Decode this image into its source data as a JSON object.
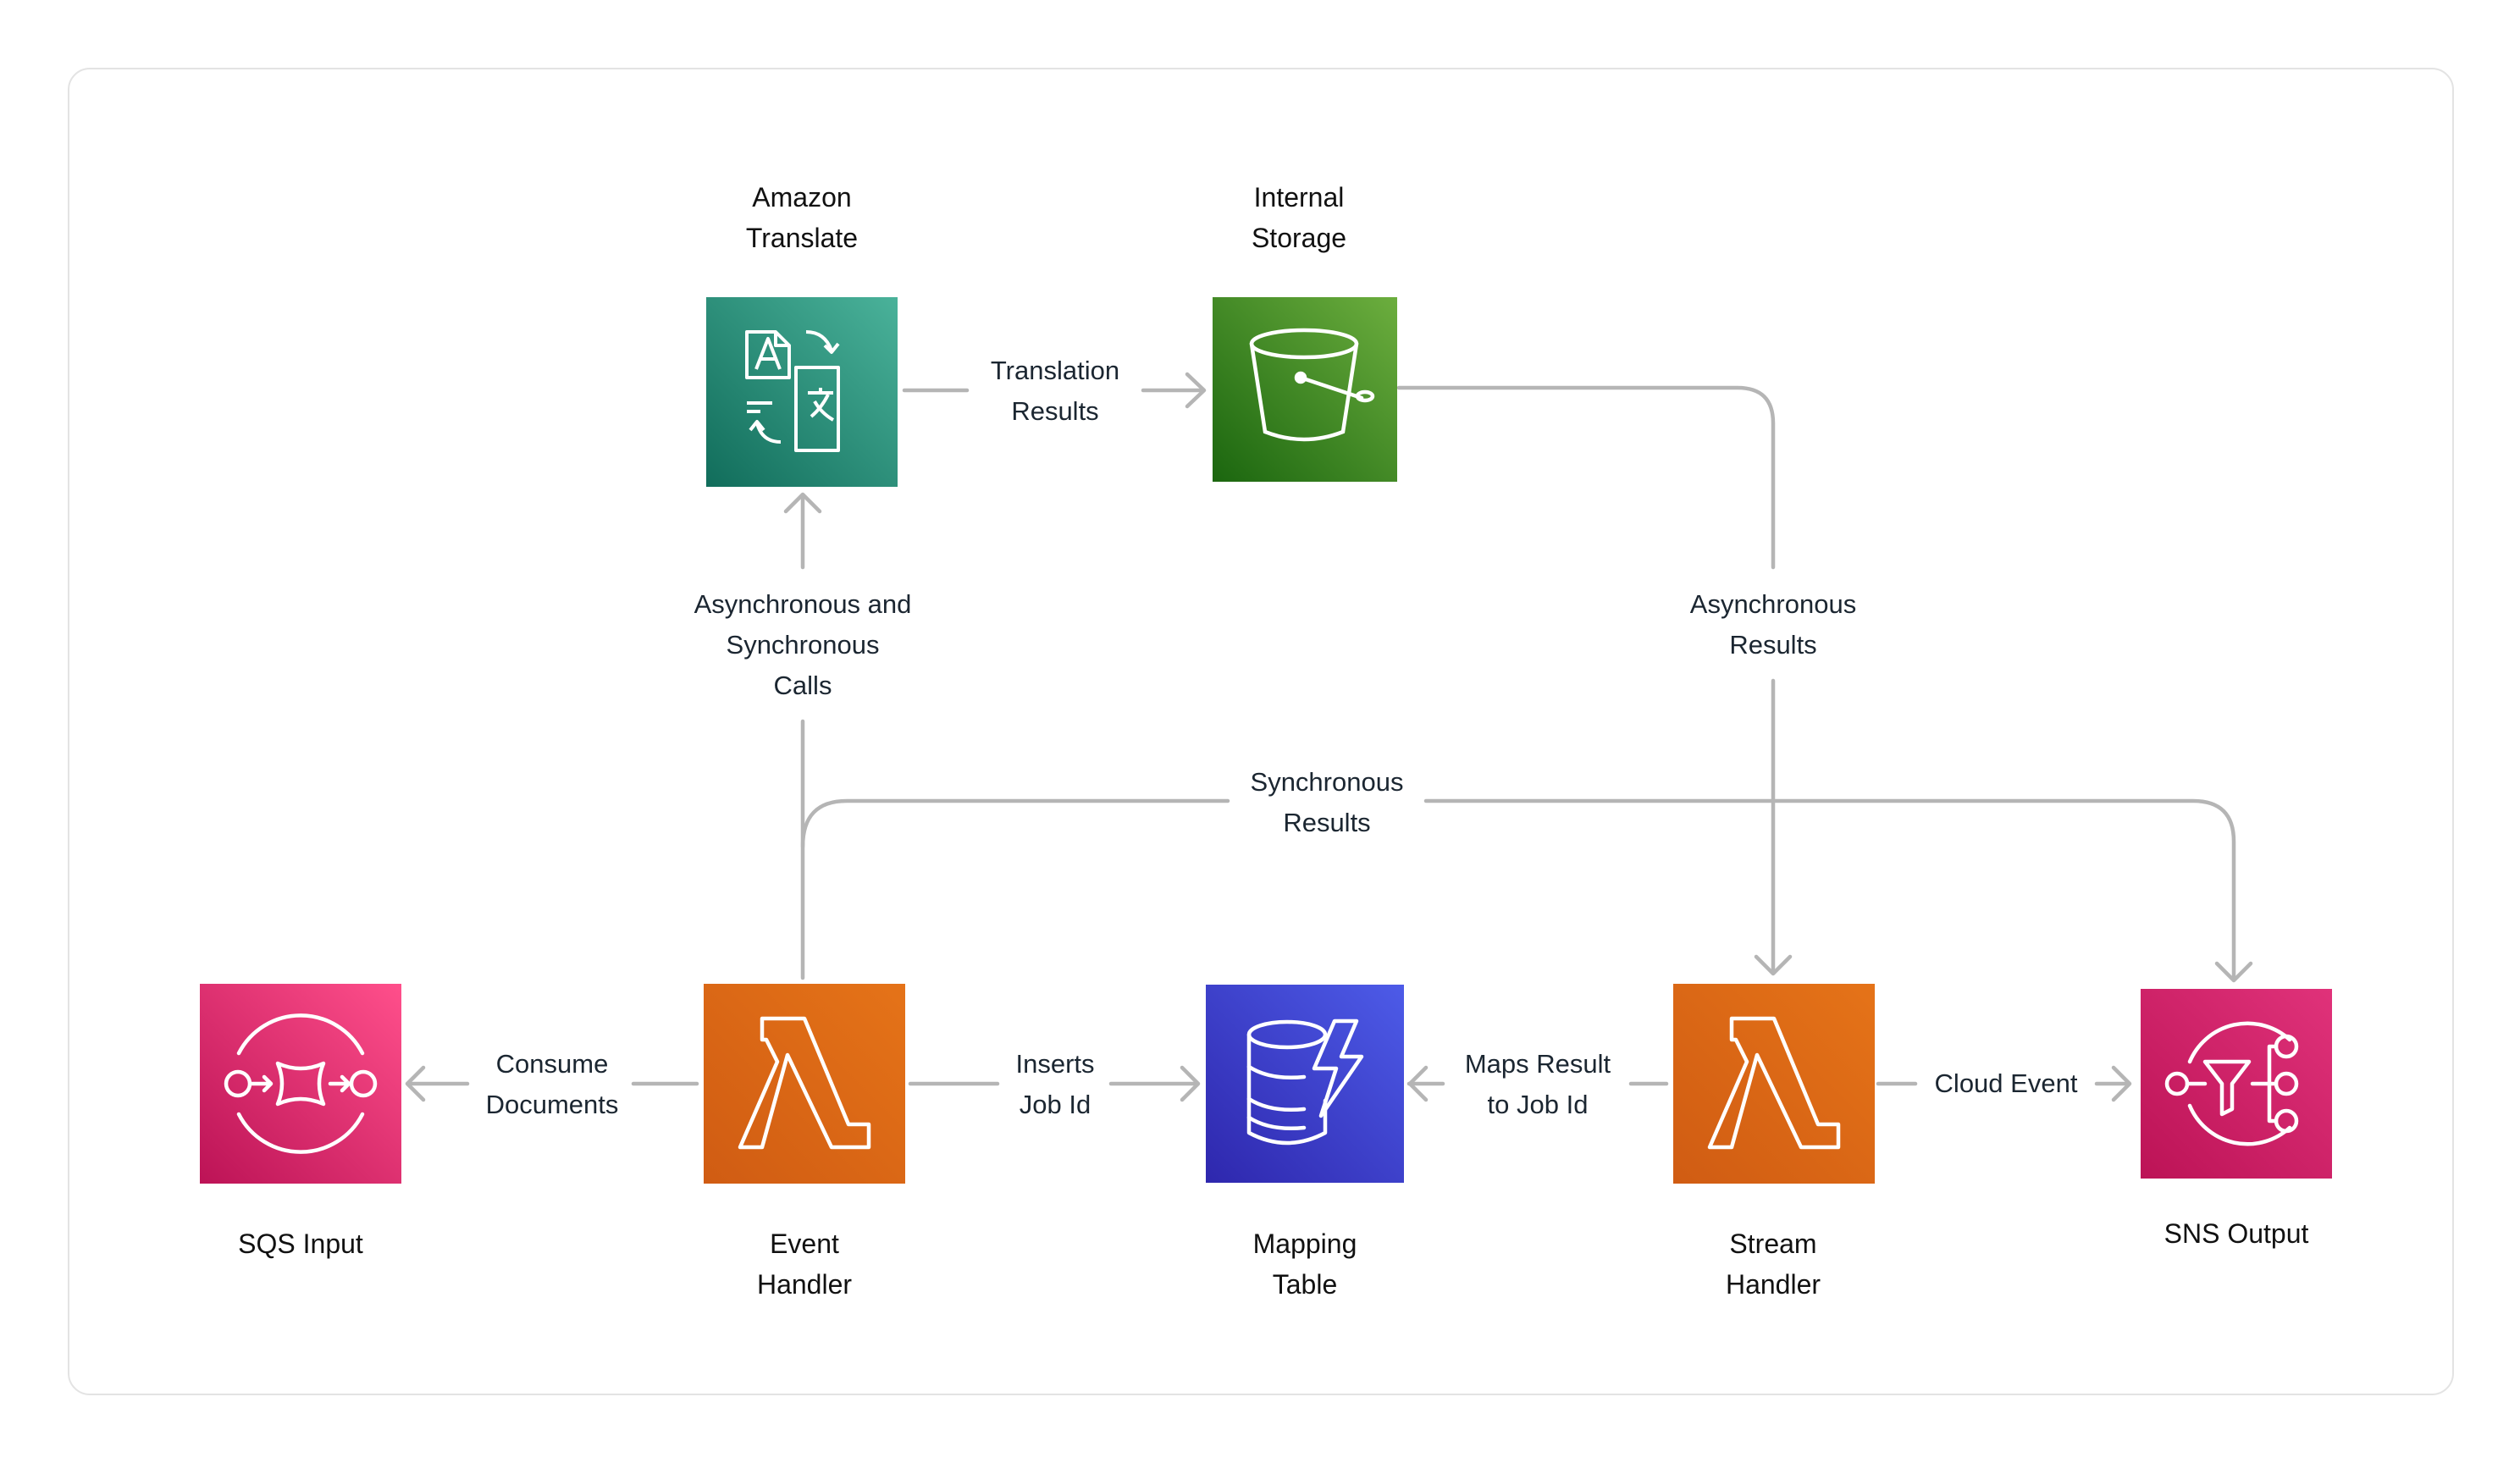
{
  "services": {
    "translate": {
      "title": "Amazon\nTranslate",
      "icon": "amazon-translate-icon",
      "color_from": "#4ab29a",
      "color_to": "#116d5b"
    },
    "storage": {
      "title": "Internal\nStorage",
      "icon": "s3-bucket-icon",
      "color_from": "#60a337",
      "color_to": "#1b660f"
    },
    "sqs": {
      "title": "SQS Input",
      "icon": "sqs-queue-icon",
      "color_from": "#ff4f8b",
      "color_to": "#bc1356"
    },
    "event": {
      "title": "Event\nHandler",
      "icon": "lambda-icon",
      "color_from": "#e06b16",
      "color_to": "#d05c13"
    },
    "mapping": {
      "title": "Mapping\nTable",
      "icon": "dynamodb-icon",
      "color_from": "#4d5be8",
      "color_to": "#3334b9"
    },
    "stream": {
      "title": "Stream\nHandler",
      "icon": "lambda-icon",
      "color_from": "#e06b16",
      "color_to": "#d05c13"
    },
    "sns": {
      "title": "SNS Output",
      "icon": "sns-topic-icon",
      "color_from": "#d6246d",
      "color_to": "#c11b5e"
    }
  },
  "edges": {
    "translation_results": "Translation\nResults",
    "async_sync_calls": "Asynchronous and\nSynchronous\nCalls",
    "async_results": "Asynchronous\nResults",
    "sync_results": "Synchronous\nResults",
    "consume_documents": "Consume\nDocuments",
    "inserts_job_id": "Inserts\nJob Id",
    "maps_result": "Maps Result\nto Job Id",
    "cloud_event": "Cloud Event"
  },
  "colors": {
    "connector": "#b5b5b5",
    "card_border": "#e3e3e3"
  }
}
